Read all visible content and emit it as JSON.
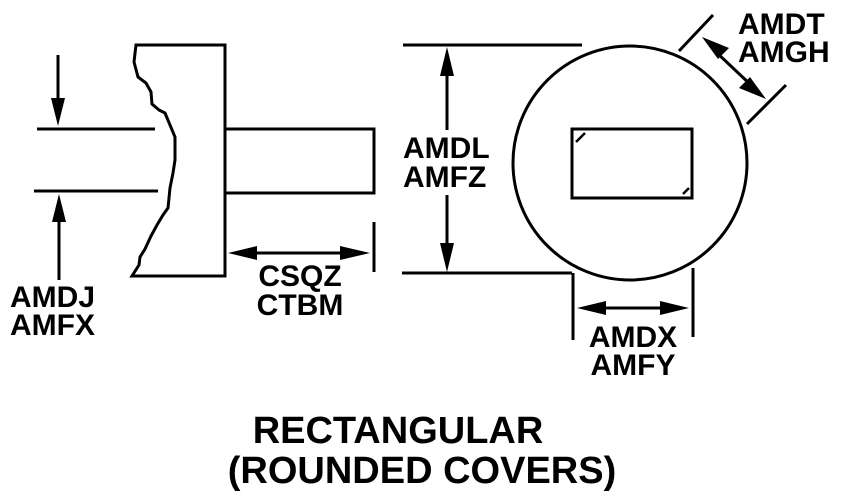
{
  "diagram": {
    "title_line1": "RECTANGULAR",
    "title_line2": "(ROUNDED COVERS)",
    "labels": {
      "shaft_height": {
        "line1": "AMDJ",
        "line2": "AMFX"
      },
      "shaft_length": {
        "line1": "CSQZ",
        "line2": "CTBM"
      },
      "cover_diameter": {
        "line1": "AMDL",
        "line2": "AMFZ"
      },
      "cover_offset": {
        "line1": "AMDT",
        "line2": "AMGH"
      },
      "window_width": {
        "line1": "AMDX",
        "line2": "AMFY"
      }
    },
    "colors": {
      "ink": "#000000",
      "background": "#ffffff"
    }
  }
}
